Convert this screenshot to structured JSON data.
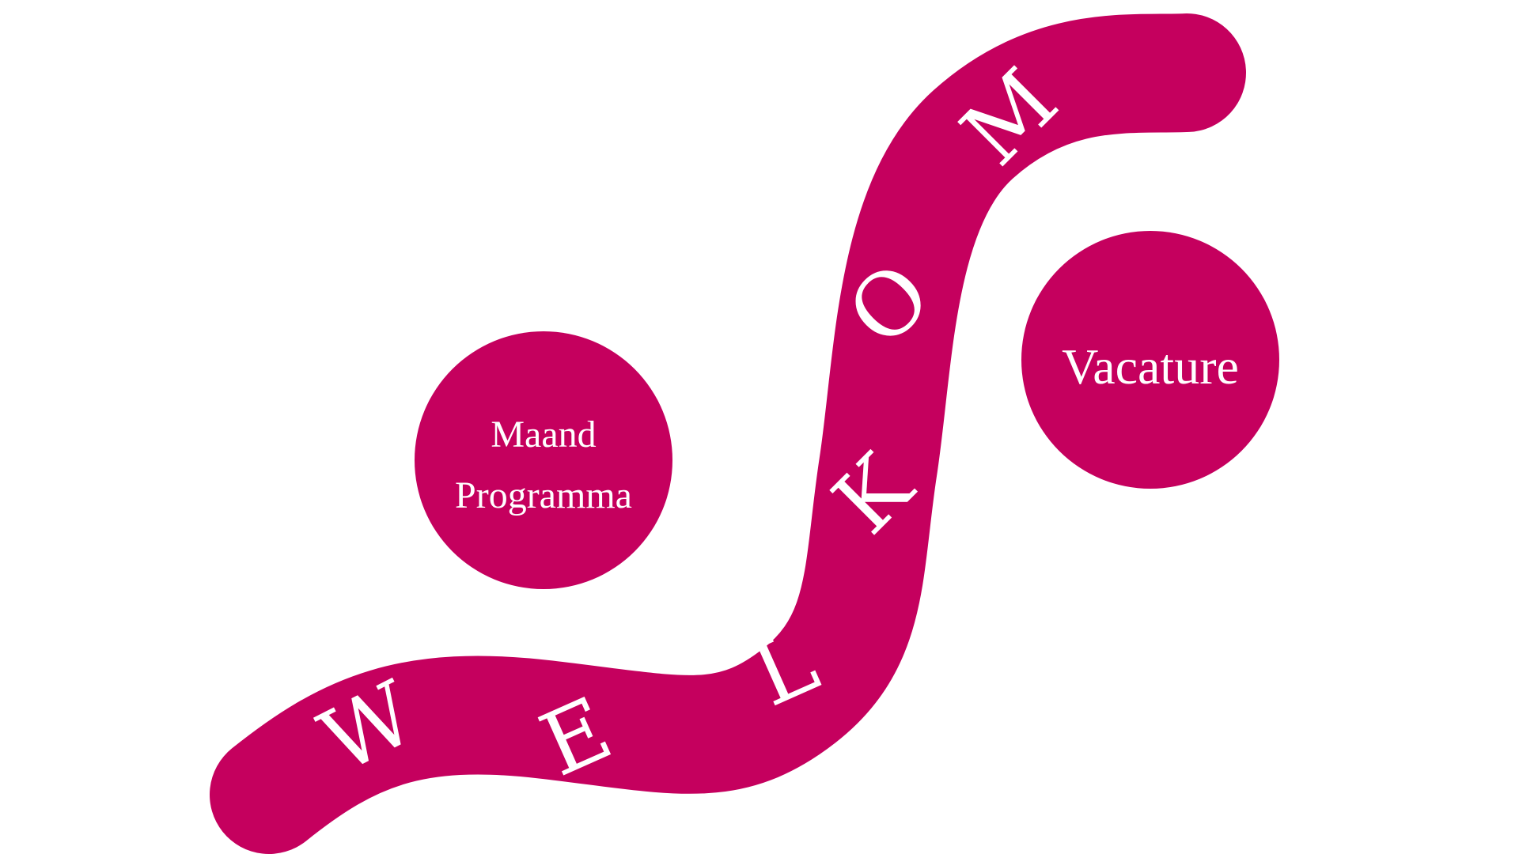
{
  "brand_color": "#C5005E",
  "text_color": "#FFFFFF",
  "welcome_letters": [
    "W",
    "E",
    "L",
    "K",
    "O",
    "M"
  ],
  "circles": {
    "monthly_program": {
      "line1": "Maand",
      "line2": "Programma"
    },
    "vacancy": {
      "label": "Vacature"
    }
  }
}
